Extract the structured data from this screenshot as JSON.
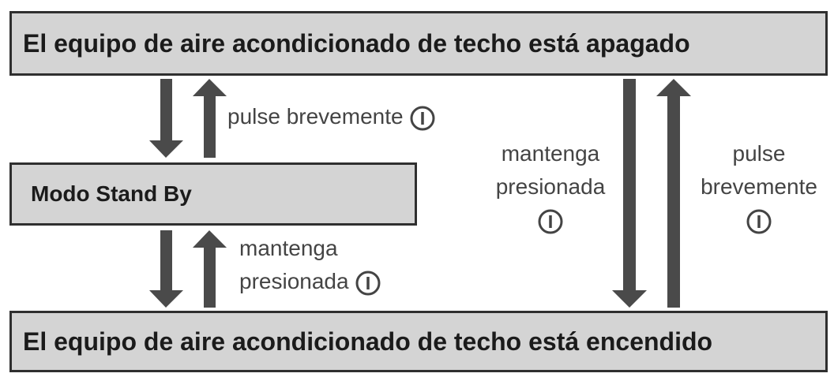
{
  "states": {
    "off": "El equipo de aire acondicionado de techo está apagado",
    "standby": "Modo Stand By",
    "on": "El equipo de aire acondicionado de techo está encendido"
  },
  "labels": {
    "standby_to_off": "pulse brevemente",
    "on_to_standby": [
      "mantenga",
      "presionada"
    ],
    "off_to_on": [
      "mantenga",
      "presionada"
    ],
    "on_to_off": [
      "pulse",
      "brevemente"
    ]
  },
  "icons": {
    "power_button": "power-button-icon"
  },
  "colors": {
    "box_fill": "#d4d4d4",
    "border": "#2f2f2f",
    "arrow": "#4a4a4a"
  }
}
